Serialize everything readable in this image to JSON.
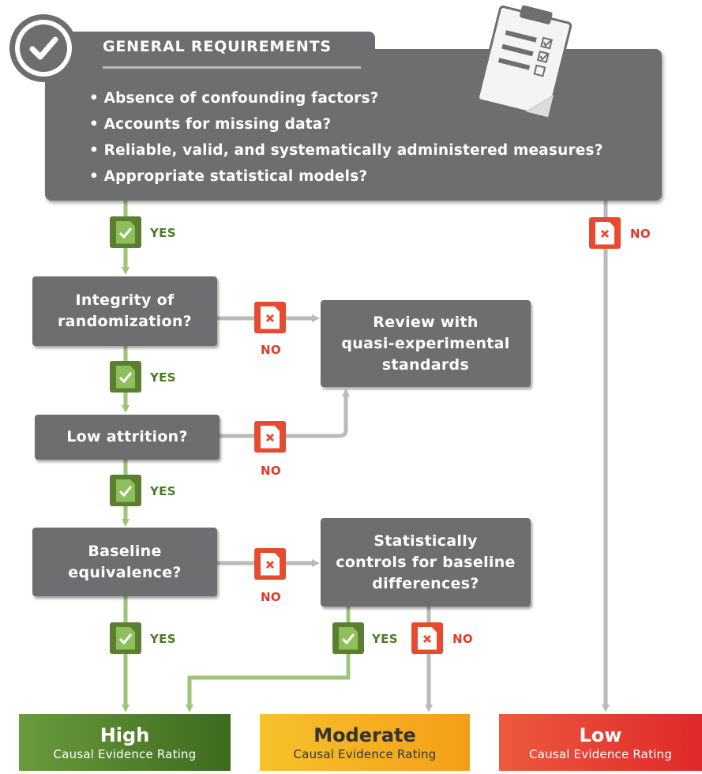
{
  "general": {
    "title": "GENERAL REQUIREMENTS",
    "items": [
      "• Absence of confounding factors?",
      "• Accounts for missing data?",
      "• Reliable, valid, and systematically administered measures?",
      "• Appropriate statistical models?"
    ]
  },
  "nodes": {
    "randomization": "Integrity of\nrandomization?",
    "attrition": "Low attrition?",
    "baseline": "Baseline\nequivalence?",
    "review": "Review with\nquasi-experimental\nstandards",
    "controls": "Statistically\ncontrols for baseline\ndifferences?"
  },
  "labels": {
    "yes": "YES",
    "no": "NO"
  },
  "ratings": {
    "high": {
      "title": "High",
      "subtitle": "Causal Evidence Rating"
    },
    "moderate": {
      "title": "Moderate",
      "subtitle": "Causal Evidence Rating"
    },
    "low": {
      "title": "Low",
      "subtitle": "Causal Evidence Rating"
    }
  },
  "colors": {
    "box": "#6d6e70",
    "yes": "#5b7f2e",
    "no": "#e74b2f",
    "green_line": "#9cc57a",
    "gray_line": "#b9babb",
    "high": "#4f7f2a",
    "moderate": "#f5b121",
    "low": "#e5392c"
  },
  "icons": {
    "check": "checkmark-circle-icon",
    "clipboard": "clipboard-icon",
    "yes_badge": "check-document-icon",
    "no_badge": "x-document-icon"
  }
}
